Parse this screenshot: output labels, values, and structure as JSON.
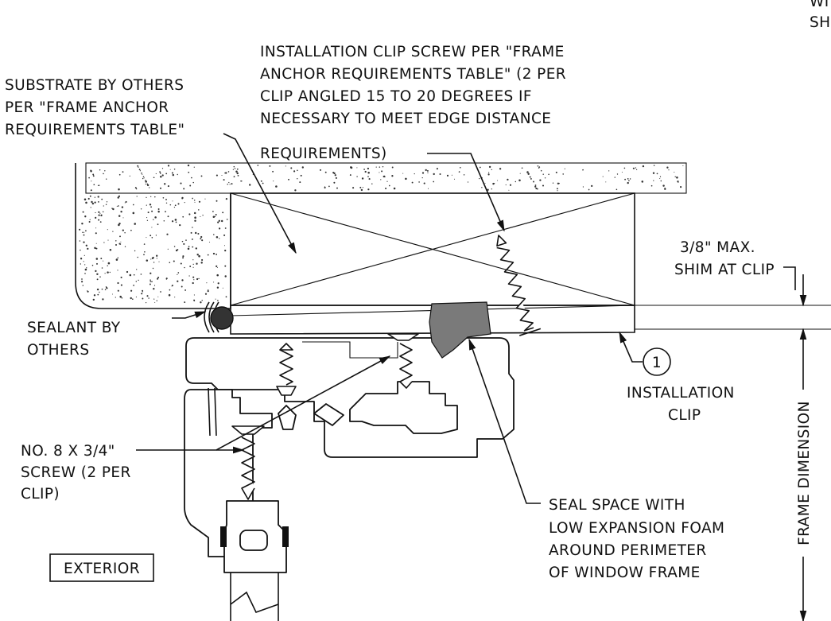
{
  "corner_text": [
    "WI",
    "SH"
  ],
  "labels": {
    "substrate": [
      "SUBSTRATE BY OTHERS",
      "PER \"FRAME ANCHOR",
      "REQUIREMENTS TABLE\""
    ],
    "clip_screw": [
      "INSTALLATION CLIP SCREW PER \"FRAME",
      "ANCHOR REQUIREMENTS TABLE\" (2 PER",
      "CLIP ANGLED 15 TO 20 DEGREES IF",
      "NECESSARY TO MEET EDGE DISTANCE",
      "REQUIREMENTS)"
    ],
    "shim": [
      "3/8\" MAX.",
      "SHIM AT CLIP"
    ],
    "sealant": [
      "SEALANT BY",
      "OTHERS"
    ],
    "callout_number": "1",
    "installation_clip": [
      "INSTALLATION",
      "CLIP"
    ],
    "no8_screw": [
      "NO. 8 X 3/4\"",
      "SCREW (2 PER",
      "CLIP)"
    ],
    "seal_space": [
      "SEAL SPACE WITH",
      "LOW EXPANSION FOAM",
      "AROUND PERIMETER",
      "OF WINDOW FRAME"
    ],
    "exterior": "EXTERIOR",
    "frame_dimension": "FRAME DIMENSION"
  }
}
